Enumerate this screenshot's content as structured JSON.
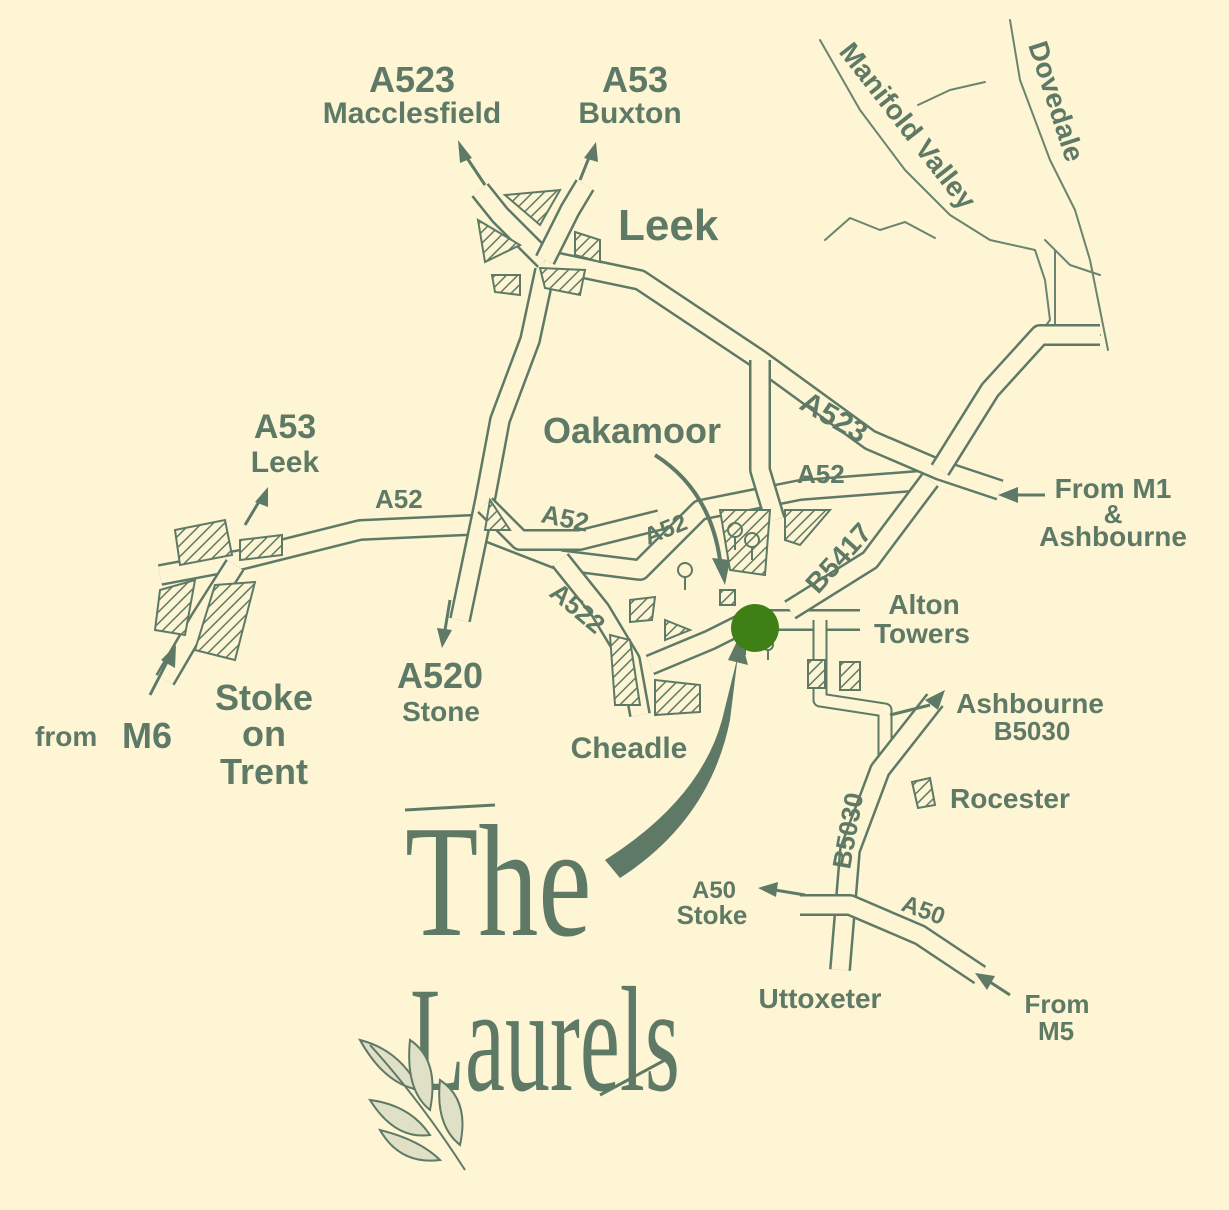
{
  "colors": {
    "background": "#fdf5d4",
    "ink": "#5e7a66",
    "marker": "#3e7f16"
  },
  "icons": {
    "location_marker": "green-dot-icon",
    "tree": "tree-icon",
    "leaf": "laurel-leaf-icon"
  },
  "labels": {
    "a523_macclesfield_road": "A523",
    "macclesfield": "Macclesfield",
    "a53_buxton_road": "A53",
    "buxton": "Buxton",
    "leek": "Leek",
    "manifold_valley": "Manifold Valley",
    "dovedale": "Dovedale",
    "a53_leek_road": "A53",
    "leek_small": "Leek",
    "a52_west": "A52",
    "a52_middle": "A52",
    "a52_lower": "A52",
    "a52_east": "A52",
    "a523_east": "A523",
    "oakamoor": "Oakamoor",
    "b5417": "B5417",
    "from_m1": "From M1",
    "ampersand": "&",
    "ashbourne": "Ashbourne",
    "alton": "Alton",
    "towers": "Towers",
    "a522": "A522",
    "a520": "A520",
    "stone": "Stone",
    "from": "from",
    "m6": "M6",
    "stoke": "Stoke",
    "on": "on",
    "trent": "Trent",
    "cheadle": "Cheadle",
    "ashbourne_b5030_town": "Ashbourne",
    "b5030_route": "B5030",
    "rocester": "Rocester",
    "b5030_vertical": "B5030",
    "a50_stoke_road": "A50",
    "stoke_small": "Stoke",
    "a50_east": "A50",
    "uttoxeter": "Uttoxeter",
    "from_m5_line1": "From",
    "from_m5_line2": "M5"
  },
  "logo": {
    "word1": "The",
    "word2": "Laurels"
  }
}
